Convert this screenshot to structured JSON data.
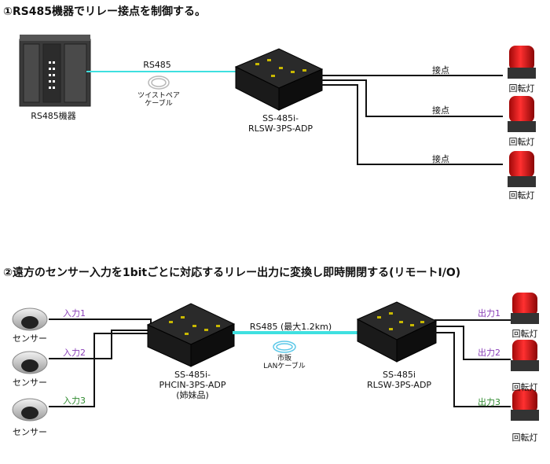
{
  "diagram1": {
    "heading": "①RS485機器でリレー接点を制御する。",
    "rs485_device_label": "RS485機器",
    "cable_label": "RS485",
    "cable_sub_label_line1": "ツイストペア",
    "cable_sub_label_line2": "ケーブル",
    "module_label_line1": "SS-485i-",
    "module_label_line2": "RLSW-3PS-ADP",
    "contact_labels": [
      "接点",
      "接点",
      "接点"
    ],
    "lamp_labels": [
      "回転灯",
      "回転灯",
      "回転灯"
    ]
  },
  "diagram2": {
    "heading": "②遠方のセンサー入力を1bitごとに対応するリレー出力に変換し即時開閉する(リモートI/O)",
    "sensor_labels": [
      "センサー",
      "センサー",
      "センサー"
    ],
    "input_labels": [
      "入力1",
      "入力2",
      "入力3"
    ],
    "left_module_line1": "SS-485i-",
    "left_module_line2": "PHCIN-3PS-ADP",
    "left_module_line3": "(姉妹品)",
    "cable_label": "RS485 (最大1.2km)",
    "cable_sub_label_line1": "市販",
    "cable_sub_label_line2": "LANケーブル",
    "right_module_line1": "SS-485i",
    "right_module_line2": "RLSW-3PS-ADP",
    "output_labels": [
      "出力1",
      "出力2",
      "出力3"
    ],
    "lamp_labels": [
      "回転灯",
      "回転灯",
      "回転灯"
    ]
  },
  "colors": {
    "cable_cyan": "#3fe0e0",
    "lamp_red": "#e01818",
    "input_purple": "#8a3fb8",
    "output_green": "#2f8a2f"
  }
}
